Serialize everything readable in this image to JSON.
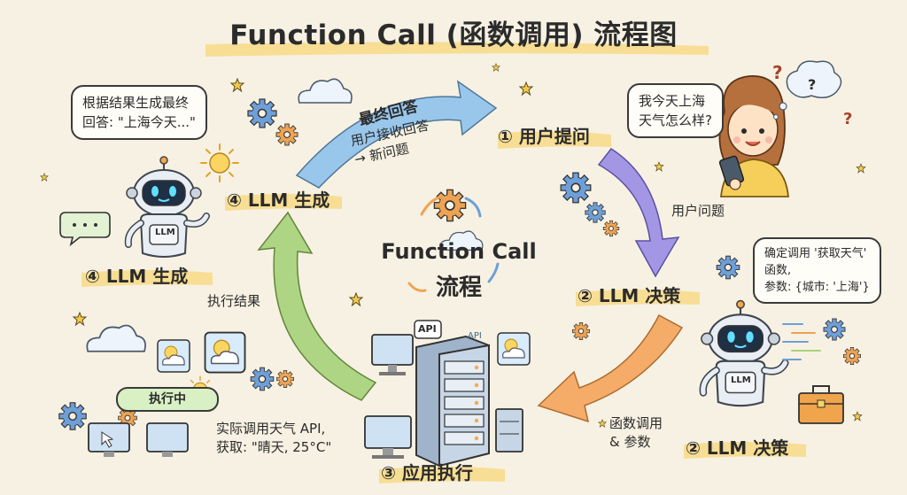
{
  "title": "Function Call (函数调用) 流程图",
  "center": {
    "line1": "Function Call",
    "line2": "流程"
  },
  "steps": {
    "user_question": {
      "num": "①",
      "label": "用户提问"
    },
    "llm_decide": {
      "num": "②",
      "label": "LLM 决策"
    },
    "llm_decide_bottom": {
      "num": "②",
      "label": "LLM 决策"
    },
    "app_execute": {
      "num": "③",
      "label": "应用执行"
    },
    "llm_generate": {
      "num": "④",
      "label": "LLM 生成"
    },
    "llm_generate_left": {
      "num": "④",
      "label": "LLM 生成"
    }
  },
  "arrows": {
    "final_answer": "最终回答",
    "user_receive": "用户接收回答\n→ 新问题",
    "user_problem": "用户问题",
    "func_call_params": "函数调用\n& 参数",
    "exec_result": "执行结果"
  },
  "bubbles": {
    "user": "我今天上海\n天气怎么样?",
    "robot_decide": "确定调用 '获取天气'\n函数,\n参数: {城市: '上海'}",
    "robot_generate": "根据结果生成最终\n回答: \"上海今天...\""
  },
  "labels": {
    "api_tag": "API",
    "api_small": "API",
    "robot_tag": "LLM",
    "executing": "执行中",
    "exec_desc": "实际调用天气 API,\n获取: \"晴天, 25°C\""
  },
  "colors": {
    "background": "#f7f1e3",
    "arrow_blue": "#8fc3ec",
    "arrow_purple": "#9a8ee6",
    "arrow_orange": "#f5a55c",
    "arrow_green": "#a7d37a",
    "highlight": "#f8d77a",
    "gear_blue": "#6e9fd9",
    "gear_orange": "#eda353"
  }
}
